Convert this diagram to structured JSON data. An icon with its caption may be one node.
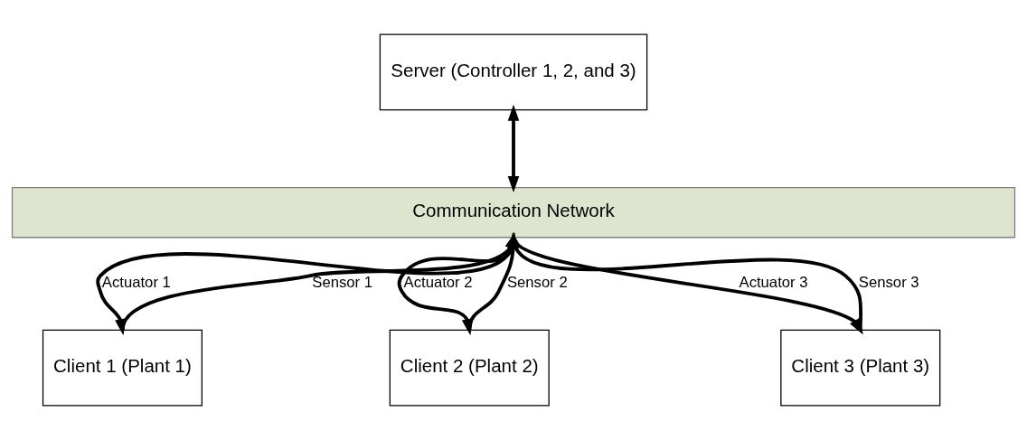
{
  "diagram": {
    "nodes": [
      {
        "text": [
          "Server (Controller 1, 2, and 3)"
        ]
      },
      {
        "text": [
          "Communication Network"
        ]
      },
      {
        "text": [
          "Client 1 (Plant 1)"
        ]
      },
      {
        "text": [
          "Client 2 (Plant 2)"
        ]
      },
      {
        "text": [
          "Client 3 (Plant 3)"
        ]
      }
    ],
    "edges": [
      {
        "from": 0,
        "to": 1,
        "arrow": "both"
      },
      {
        "from": 2,
        "to": 1,
        "arrow": "to",
        "label": "Sensor 1"
      },
      {
        "from": 1,
        "to": 2,
        "arrow": "to",
        "label": "Actuator 1"
      },
      {
        "from": 3,
        "to": 1,
        "arrow": "to",
        "label": "Sensor 2"
      },
      {
        "from": 1,
        "to": 3,
        "arrow": "to",
        "label": "Actuator 2"
      },
      {
        "from": 4,
        "to": 1,
        "arrow": "to",
        "label": "Sensor 3"
      },
      {
        "from": 1,
        "to": 4,
        "arrow": "to",
        "label": "Actuator 3"
      }
    ]
  }
}
